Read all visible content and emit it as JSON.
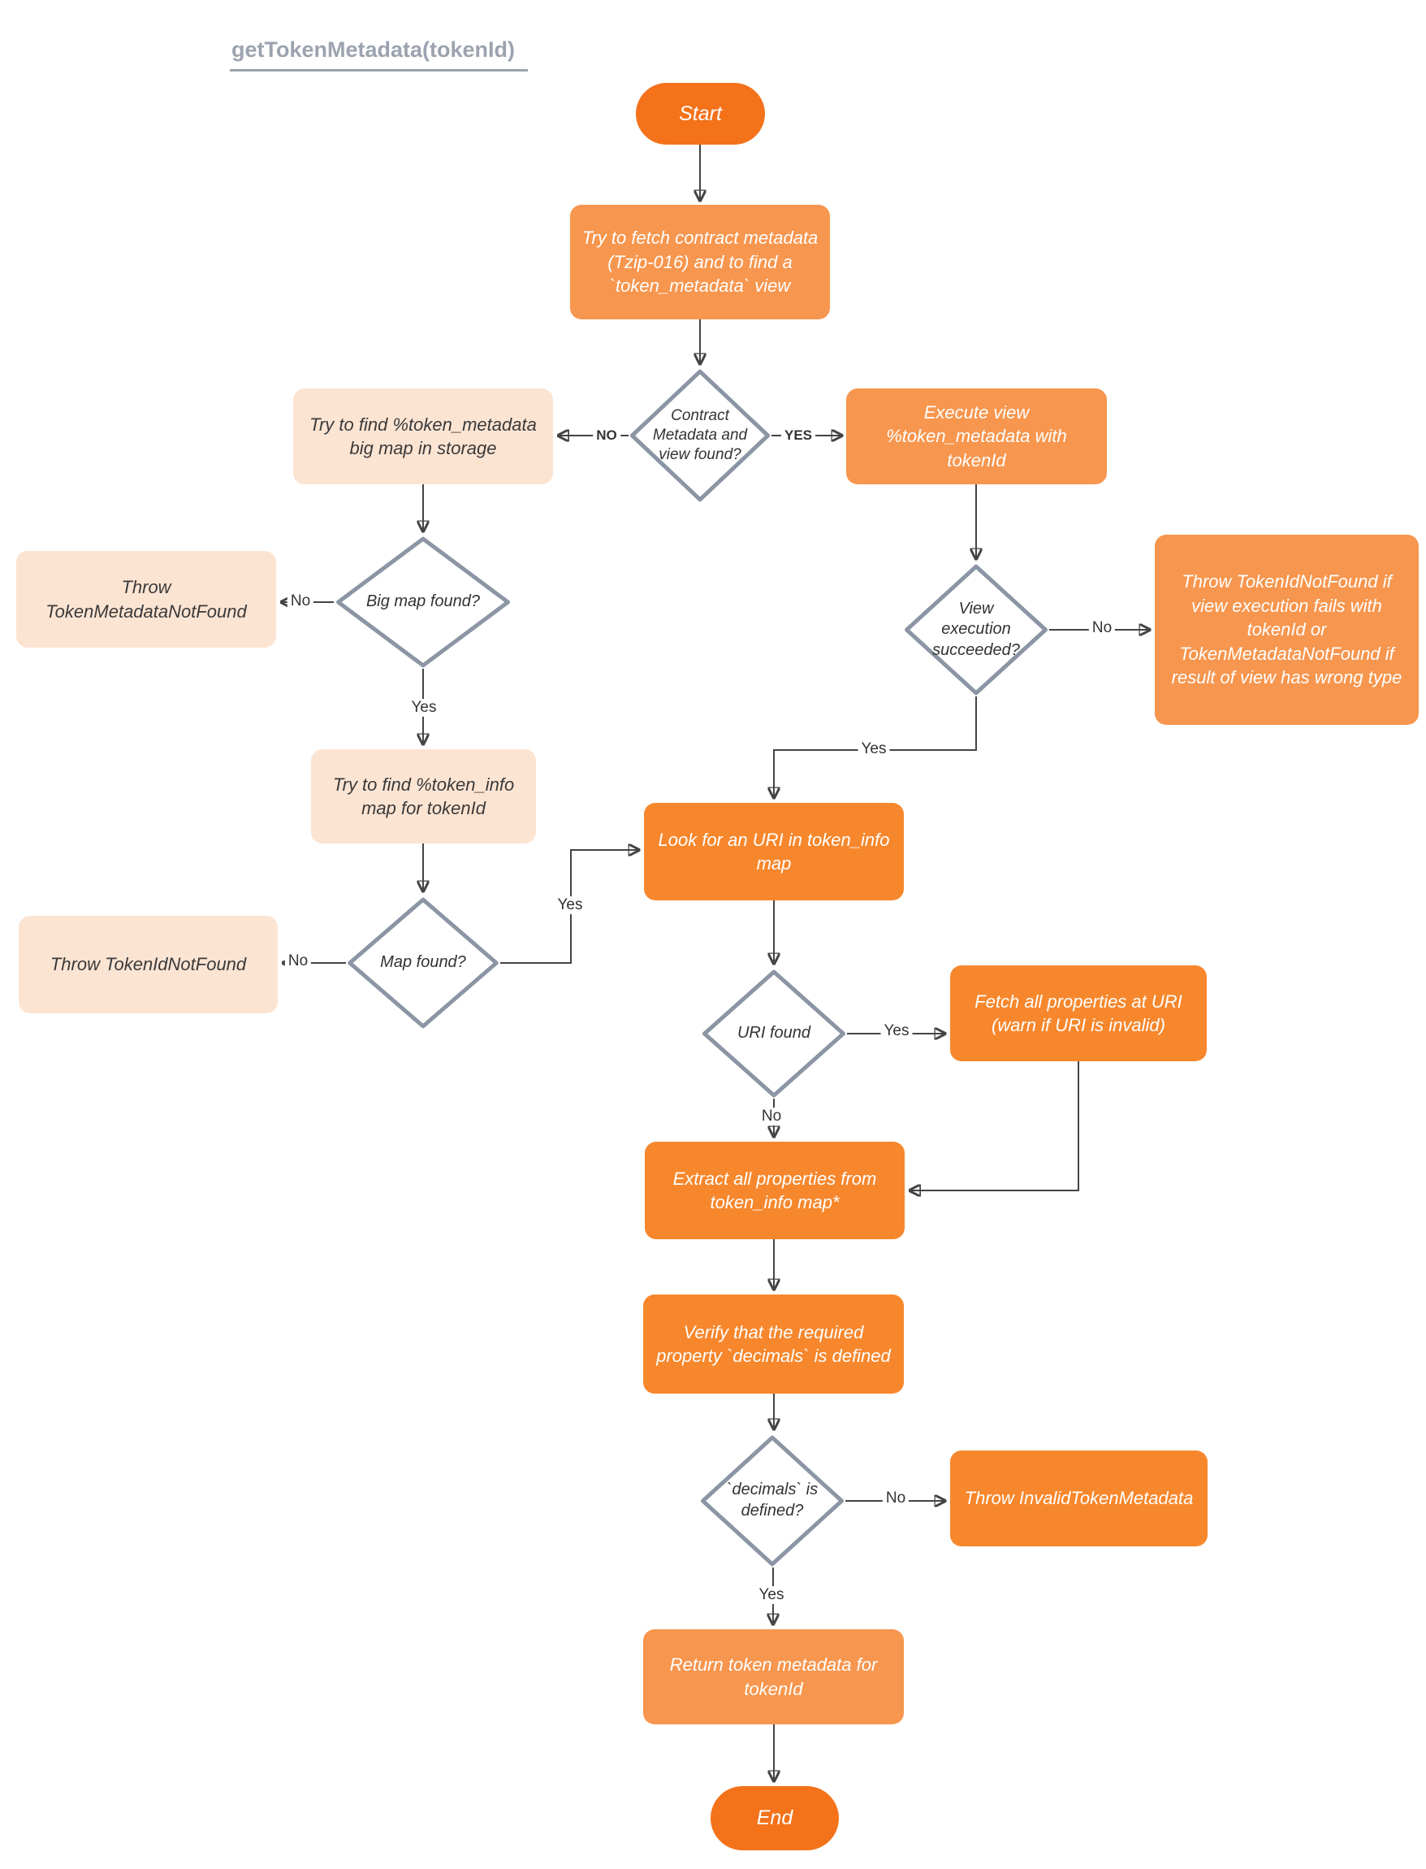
{
  "title": "getTokenMetadata(tokenId)",
  "colors": {
    "terminator_orange": "#F3721A",
    "process_light_orange": "#F7964E",
    "process_bright_orange": "#F7872C",
    "peach": "#FCE4D3",
    "diamond_border_gray": "#8C95A4",
    "connector_gray": "#444444",
    "title_gray": "#9CA3AF",
    "text_dark": "#333333",
    "text_white": "#FFFFFF"
  },
  "nodes": {
    "start": "Start",
    "fetch_contract_metadata": "Try to fetch contract metadata (Tzip-016) and to find a `token_metadata` view",
    "contract_found_q": "Contract Metadata and view found?",
    "try_find_big_map": "Try to find %token_metadata big map in storage",
    "execute_view": "Execute view %token_metadata with tokenId",
    "big_map_found_q": "Big map found?",
    "throw_token_metadata_not_found": "Throw TokenMetadataNotFound",
    "view_exec_succeeded_q": "View execution succeeded?",
    "throw_view_fail": "Throw TokenIdNotFound if view execution fails with tokenId or TokenMetadataNotFound if result of view has wrong type",
    "try_find_token_info": "Try to find %token_info map for tokenId",
    "map_found_q": "Map found?",
    "throw_token_id_not_found": "Throw TokenIdNotFound",
    "look_for_uri": "Look for an URI in token_info map",
    "uri_found_q": "URI found",
    "fetch_all_properties": "Fetch all properties at URI (warn if URI is invalid)",
    "extract_all_properties": "Extract all properties from token_info map*",
    "verify_decimals": "Verify that the required property `decimals` is defined",
    "decimals_defined_q": "`decimals` is defined?",
    "throw_invalid_token_metadata": "Throw InvalidTokenMetadata",
    "return_token_metadata": "Return token metadata for tokenId",
    "end": "End"
  },
  "edge_labels": {
    "contract_no": "NO",
    "contract_yes": "YES",
    "big_map_no": "No",
    "big_map_yes": "Yes",
    "view_exec_no": "No",
    "view_exec_yes": "Yes",
    "map_no": "No",
    "map_yes": "Yes",
    "uri_yes": "Yes",
    "uri_no": "No",
    "decimals_no": "No",
    "decimals_yes": "Yes"
  }
}
